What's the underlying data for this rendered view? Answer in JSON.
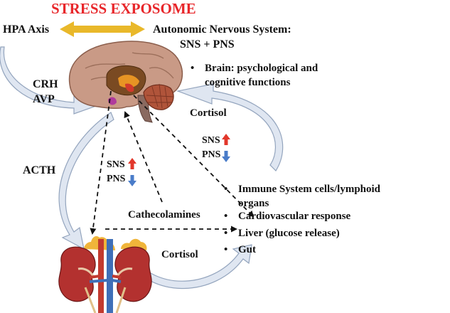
{
  "title": "STRESS EXPOSOME",
  "labels": {
    "hpa_axis": "HPA Axis",
    "ans_line1": "Autonomic Nervous System:",
    "ans_line2": "SNS + PNS",
    "crh": "CRH",
    "avp": "AVP",
    "acth": "ACTH",
    "cortisol_upper": "Cortisol",
    "cortisol_lower": "Cortisol",
    "catecholamines": "Cathecolamines",
    "sns_right": "SNS",
    "pns_right": "PNS",
    "sns_left": "SNS",
    "pns_left": "PNS"
  },
  "brain_bullet": {
    "marker": "•",
    "line1": "Brain: psychological and",
    "line2": "cognitive functions"
  },
  "target_bullets": [
    {
      "marker": "•",
      "line1": "Immune System cells/lymphoid",
      "line2": "organs"
    },
    {
      "marker": "•",
      "line1": "Cardiovascular response"
    },
    {
      "marker": "•",
      "line1": "Liver (glucose release)"
    },
    {
      "marker": "•",
      "line1": "Gut"
    }
  ],
  "colors": {
    "title": "#e8262a",
    "double_arrow": "#e9b82a",
    "curved_arrow_fill": "#dfe6f1",
    "curved_arrow_stroke": "#93a4bd",
    "up_arrow": "#e2372b",
    "down_arrow": "#4a7cc9",
    "brain": "#c99a86",
    "kidney": "#b3312f"
  },
  "icons": {
    "up": "up-arrow-icon",
    "down": "down-arrow-icon",
    "brain": "brain-illustration",
    "kidneys": "kidneys-adrenal-illustration"
  }
}
